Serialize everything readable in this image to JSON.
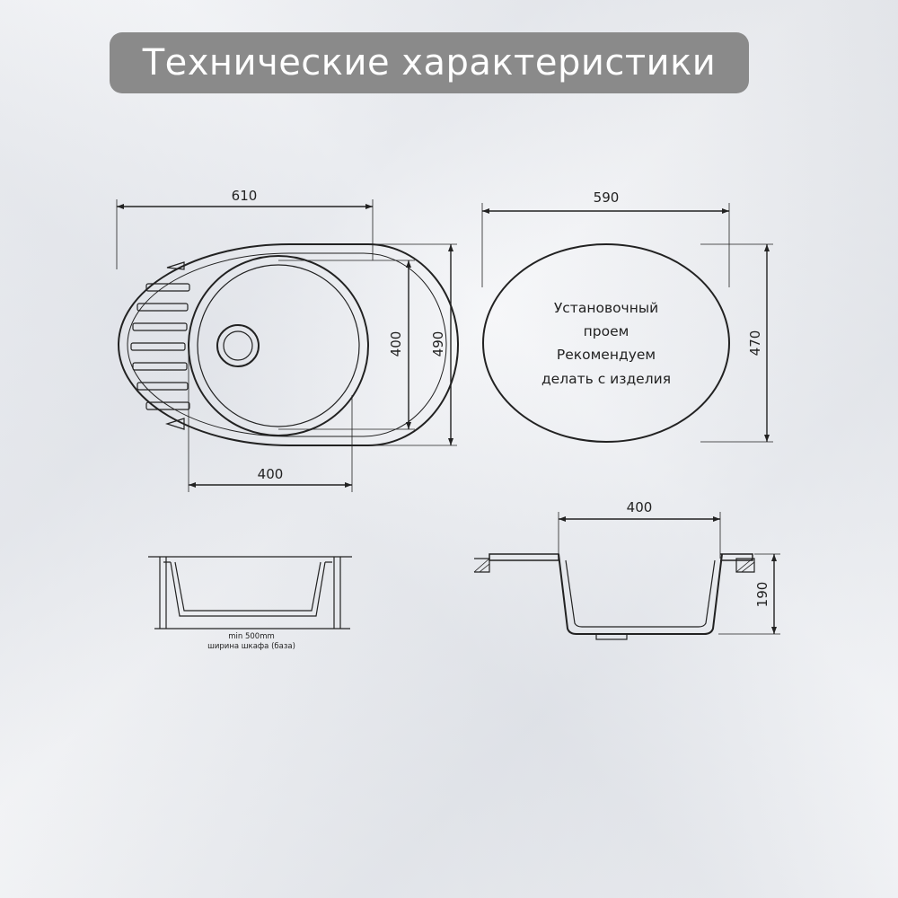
{
  "header": {
    "title": "Технические характеристики"
  },
  "top_view": {
    "overall_width": "610",
    "overall_depth": "490",
    "bowl_depth": "400",
    "bowl_width": "400"
  },
  "cutout": {
    "width": "590",
    "height": "470",
    "note_lines": [
      "Установочный",
      "проем",
      "Рекомендуем",
      "делать с изделия"
    ]
  },
  "section": {
    "bowl_width": "400",
    "bowl_height": "190"
  },
  "cabinet": {
    "min_width": "min 500mm",
    "cabinet_label": "ширина шкафа (база)"
  }
}
